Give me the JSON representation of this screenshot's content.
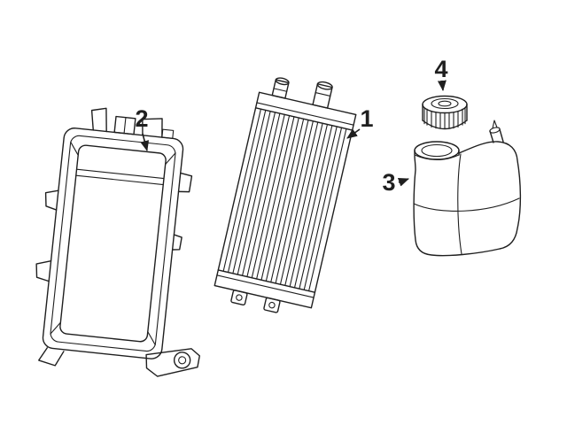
{
  "page": {
    "background": "#ffffff",
    "ink": "#1f1f1f"
  },
  "diagram": {
    "type": "exploded-parts-line-diagram",
    "callouts": [
      {
        "label": "1",
        "part": "radiator"
      },
      {
        "label": "2",
        "part": "radiator-mounting-bracket"
      },
      {
        "label": "3",
        "part": "coolant-expansion-tank"
      },
      {
        "label": "4",
        "part": "expansion-tank-cap"
      }
    ]
  }
}
